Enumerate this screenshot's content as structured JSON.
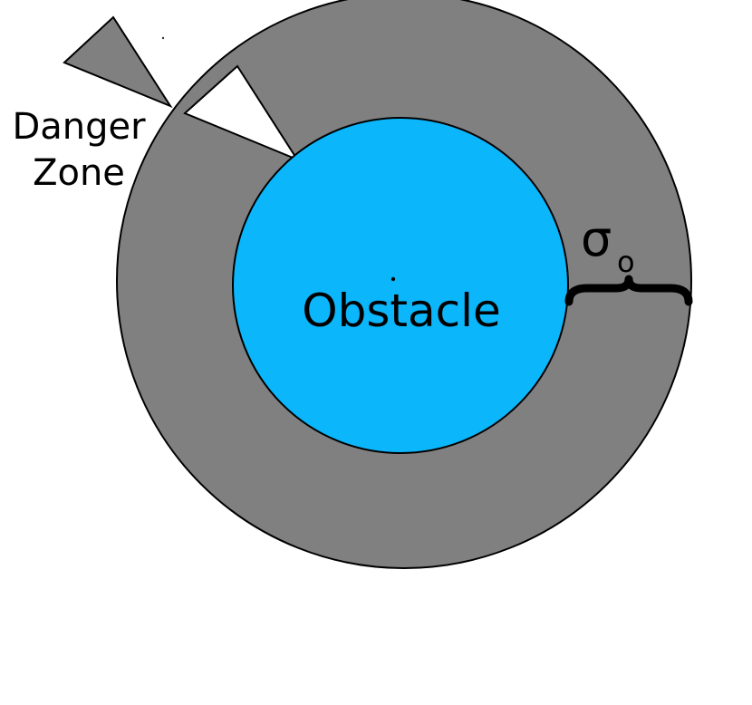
{
  "diagram": {
    "obstacle_label": "Obstacle",
    "danger_zone_label_line1": "Danger",
    "danger_zone_label_line2": "Zone",
    "sigma_symbol": "σ",
    "sigma_subscript": "o"
  },
  "colors": {
    "obstacle_fill": "#0bb6fb",
    "danger_ring_fill": "#808080",
    "outline": "#000000",
    "cutout_fill": "#ffffff",
    "background": "#ffffff"
  }
}
